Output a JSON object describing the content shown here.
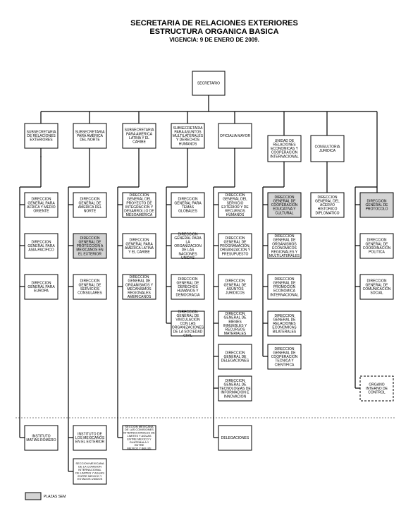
{
  "header": {
    "title_line1": "SECRETARIA DE RELACIONES EXTERIORES",
    "title_line2": "ESTRUCTURA ORGANICA BASICA",
    "vigencia": "VIGENCIA: 9 DE ENERO DE 2009."
  },
  "colors": {
    "shaded": "#d4d4d4",
    "line": "#000000"
  },
  "nodes": {
    "secretario": [
      "SECRETARIO"
    ],
    "sub_rel_ext": [
      "SUBSECRETARIA",
      "DE RELACIONES",
      "EXTERIORES"
    ],
    "sub_am_norte": [
      "SUBSECRETARIA",
      "PARA AMERICA",
      "DEL NORTE"
    ],
    "sub_am_latina": [
      "SUBSECRETARIA",
      "PARA AMERICA",
      "LATINA Y EL",
      "CARIBE"
    ],
    "sub_multilat": [
      "SUBSECRETARIA",
      "PARA ASUNTOS",
      "MULTILATERALES",
      "Y DERECHOS",
      "HUMANOS"
    ],
    "oficialia": [
      "OFICIALIA MAYOR"
    ],
    "unidad_coop": [
      "UNIDAD DE",
      "RELACIONES",
      "ECONOMICAS Y",
      "COOPERACION",
      "INTERNACIONAL"
    ],
    "consultoria": [
      "CONSULTORIA",
      "JURIDICA"
    ],
    "dg_africa": [
      "DIRECCION",
      "GENERAL PARA",
      "AFRICA Y MEDIO",
      "ORIENTE"
    ],
    "dg_asia": [
      "DIRECCION",
      "GENERAL PARA",
      "ASIA-PACIFICO"
    ],
    "dg_europa": [
      "DIRECCION",
      "GENERAL PARA",
      "EUROPA"
    ],
    "dg_am_norte": [
      "DIRECCION",
      "GENERAL DE",
      "AMERICA DEL",
      "NORTE"
    ],
    "dg_proteccion": [
      "DIRECCION",
      "GENERAL DE",
      "PROTECCION A",
      "MEXICANOS EN",
      "EL EXTERIOR"
    ],
    "dg_consulares": [
      "DIRECCION",
      "GENERAL DE",
      "SERVICIOS",
      "CONSULARES"
    ],
    "dg_mesoamerica": [
      "DIRECCION",
      "GENERAL DEL",
      "PROYECTO DE",
      "INTEGRACION Y",
      "DESARROLLO DE",
      "MESOAMERICA"
    ],
    "dg_am_latina": [
      "DIRECCION",
      "GENERAL PARA",
      "AMERICA LATINA",
      "Y EL CARIBE"
    ],
    "dg_org_regionales": [
      "DIRECCION",
      "GENERAL DE",
      "ORGANISMOS Y",
      "MECANISMOS",
      "REGIONALES",
      "AMERICANOS"
    ],
    "dg_temas_globales": [
      "DIRECCION",
      "GENERAL PARA",
      "TEMAS",
      "GLOBALES"
    ],
    "dg_onu": [
      "DIRECCION",
      "GENERAL PARA",
      "LA",
      "ORGANIZACION",
      "DE LAS",
      "NACIONES",
      "UNIDAS"
    ],
    "dg_ddhh": [
      "DIRECCION",
      "GENERAL DE",
      "DERECHOS",
      "HUMANOS Y",
      "DEMOCRACIA"
    ],
    "dg_vinculacion": [
      "DIRECCION",
      "GENERAL DE",
      "VINCULACION",
      "CON LAS",
      "ORGANIZACIONES",
      "DE LA SOCIEDAD",
      "CIVIL"
    ],
    "dg_servicio_ext": [
      "DIRECCION",
      "GENERAL DEL",
      "SERVICIO",
      "EXTERIOR Y DE",
      "RECURSOS",
      "HUMANOS"
    ],
    "dg_programacion": [
      "DIRECCION",
      "GENERAL DE",
      "PROGRAMACION,",
      "ORGANIZACION Y",
      "PRESUPUESTO"
    ],
    "dg_juridicos": [
      "DIRECCION",
      "GENERAL DE",
      "ASUNTOS",
      "JURIDICOS"
    ],
    "dg_bienes": [
      "DIRECCION",
      "GENERAL DE",
      "BIENES",
      "INMUEBLES Y",
      "RECURSOS",
      "MATERIALES"
    ],
    "dg_delegaciones": [
      "DIRECCION",
      "GENERAL DE",
      "DELEGACIONES"
    ],
    "dg_tecnologias": [
      "DIRECCION",
      "GENERAL DE",
      "TECNOLOGIAS DE",
      "INFORMACION E",
      "INNOVACION"
    ],
    "dg_coop_educativa": [
      "DIRECCION",
      "GENERAL DE",
      "COOPERACION",
      "EDUCATIVA Y",
      "CULTURAL"
    ],
    "dg_org_economicos": [
      "DIRECCION",
      "GENERAL DE",
      "ORGANISMOS",
      "ECONOMICOS",
      "REGIONALES Y",
      "MULTILATERALES"
    ],
    "dg_promocion": [
      "DIRECCION",
      "GENERAL DE",
      "PROMOCION",
      "ECONOMICA",
      "INTERNACIONAL"
    ],
    "dg_rel_bilaterales": [
      "DIRECCION",
      "GENERAL DE",
      "RELACIONES",
      "ECONOMICAS",
      "BILATERALES"
    ],
    "dg_coop_tecnica": [
      "DIRECCION",
      "GENERAL DE",
      "COOPERACION",
      "TECNICA Y",
      "CIENTIFICA"
    ],
    "dg_acervo": [
      "DIRECCION",
      "GENERAL DEL",
      "ACERVO",
      "HISTORICO",
      "DIPLOMATICO"
    ],
    "dg_protocolo": [
      "DIRECCION",
      "GENERAL DE",
      "PROTOCOLO"
    ],
    "dg_coord_politica": [
      "DIRECCION",
      "GENERAL DE",
      "COORDINACION",
      "POLITICA"
    ],
    "dg_comunicacion": [
      "DIRECCION",
      "GENERAL DE",
      "COMUNICACION",
      "SOCIAL"
    ],
    "organo_interno": [
      "ORGANO",
      "INTERNO DE",
      "CONTROL"
    ],
    "inst_matias": [
      "INSTITUTO",
      "MATIAS ROMERO"
    ],
    "inst_mexicanos": [
      "INSTITUTO DE",
      "LOS MEXICANOS",
      "EN EL EXTERIOR"
    ],
    "seccion_norte": [
      "SECCION MEXICANA",
      "DE LA COMISION",
      "INTERNACIONAL",
      "DE LIMITES Y AGUAS",
      "ENTRE MEXICO Y",
      "ESTADOS UNIDOS"
    ],
    "seccion_sur": [
      "SECCION MEXICANA",
      "DE LAS COMISIONES",
      "INTERNACIONALES DE",
      "LIMITES Y AGUAS",
      "ENTRE MEXICO Y",
      "GUATEMALA Y",
      "ENTRE",
      "MEXICO Y BELIZE"
    ],
    "delegaciones": [
      "DELEGACIONES"
    ]
  },
  "legend": {
    "label": "PLAZAS  SEM"
  }
}
